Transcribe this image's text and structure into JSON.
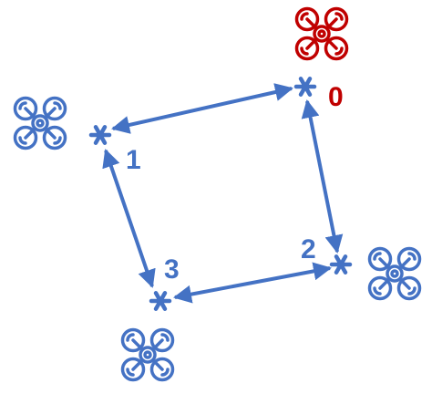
{
  "colors": {
    "network": "#4472c4",
    "leader": "#c00000",
    "background": "#ffffff"
  },
  "icons": {
    "drone": "quadcopter-drone-icon",
    "node_marker": "asterisk-node-marker-icon",
    "link": "double-headed-arrow"
  },
  "nodes": [
    {
      "id": "0",
      "label": "0",
      "role": "leader",
      "color": "#c00000"
    },
    {
      "id": "1",
      "label": "1",
      "role": "follower",
      "color": "#4472c4"
    },
    {
      "id": "2",
      "label": "2",
      "role": "follower",
      "color": "#4472c4"
    },
    {
      "id": "3",
      "label": "3",
      "role": "follower",
      "color": "#4472c4"
    }
  ],
  "links": [
    {
      "from": "0",
      "to": "1",
      "direction": "bidirectional"
    },
    {
      "from": "0",
      "to": "2",
      "direction": "bidirectional"
    },
    {
      "from": "1",
      "to": "3",
      "direction": "bidirectional"
    },
    {
      "from": "2",
      "to": "3",
      "direction": "bidirectional"
    }
  ]
}
